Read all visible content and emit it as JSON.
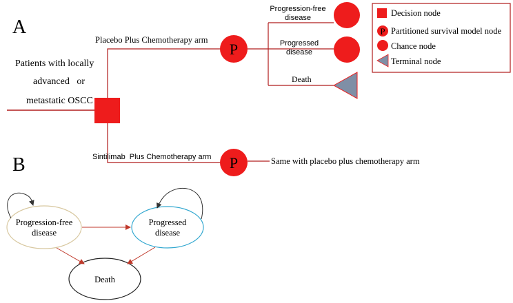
{
  "panel_a": {
    "label": "A",
    "patients_line1": "Patients with locally",
    "patients_line2": "advanced   or",
    "patients_line3": "metastatic OSCC",
    "placebo_arm": "Placebo Plus Chemotherapy arm",
    "sintilimab_arm": "Sintilimab  Plus Chemotherapy arm",
    "p_symbol": "P",
    "pf_line1": "Progression-free",
    "pf_line2": "disease",
    "prog_line1": "Progressed",
    "prog_line2": "disease",
    "death": "Death",
    "same_with": "Same with placebo plus chemotherapy arm"
  },
  "legend": {
    "decision": "Decision node",
    "partitioned_symbol": "P",
    "partitioned": "Partitioned survival model node",
    "chance": "Chance node",
    "terminal": "Terminal node"
  },
  "panel_b": {
    "label": "B",
    "pf_line1": "Progression-free",
    "pf_line2": "disease",
    "prog_line1": "Progressed",
    "prog_line2": "disease",
    "death": "Death"
  },
  "colors": {
    "node_red": "#ee1c1c",
    "line_red": "#b01c1c",
    "terminal_fill": "#7f8fa6",
    "pf_ellipse": "#d8c8a0",
    "prog_ellipse": "#33a8d0",
    "loop_dark": "#333333"
  }
}
